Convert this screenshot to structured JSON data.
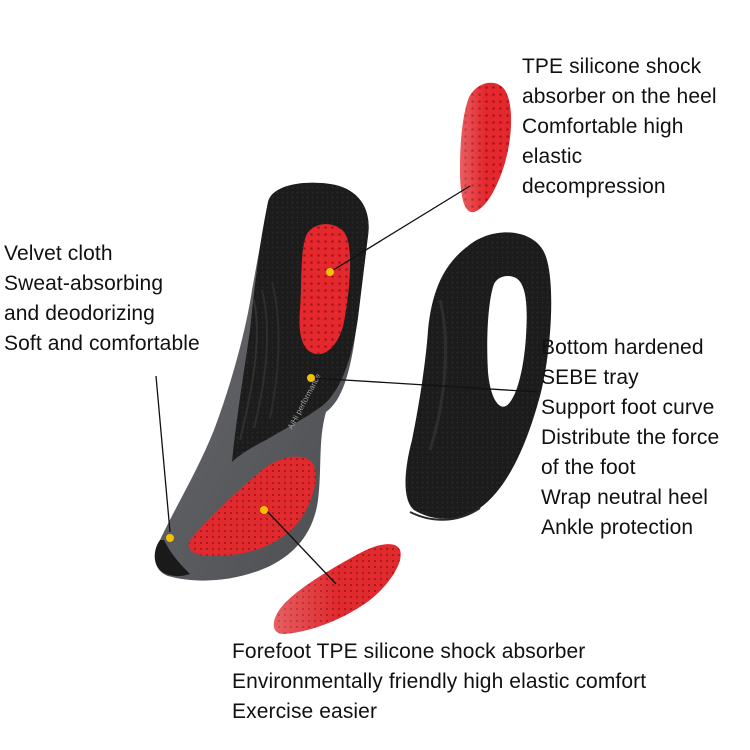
{
  "captions": {
    "heel_absorber": {
      "lines": [
        "TPE silicone shock",
        "absorber on the heel",
        "Comfortable high",
        "elastic",
        "decompression"
      ]
    },
    "velvet_cloth": {
      "lines": [
        "Velvet cloth",
        "Sweat-absorbing",
        "and deodorizing",
        "Soft and comfortable"
      ]
    },
    "sebe_tray": {
      "lines": [
        "Bottom hardened",
        "SEBE tray",
        "Support foot curve",
        "Distribute the force",
        "of the foot",
        "Wrap neutral heel",
        "Ankle protection"
      ]
    },
    "forefoot_absorber": {
      "lines": [
        "Forefoot TPE silicone shock absorber",
        "Environmentally friendly high elastic comfort",
        "Exercise easier"
      ]
    }
  },
  "insole_brand_text": "AiHi performance",
  "colors": {
    "shell_black": "#1e1e1e",
    "insole_gray": "#5a5c60",
    "absorber_red": "#e4282d",
    "marker_yellow": "#f2c200",
    "leader_line": "#111111"
  }
}
